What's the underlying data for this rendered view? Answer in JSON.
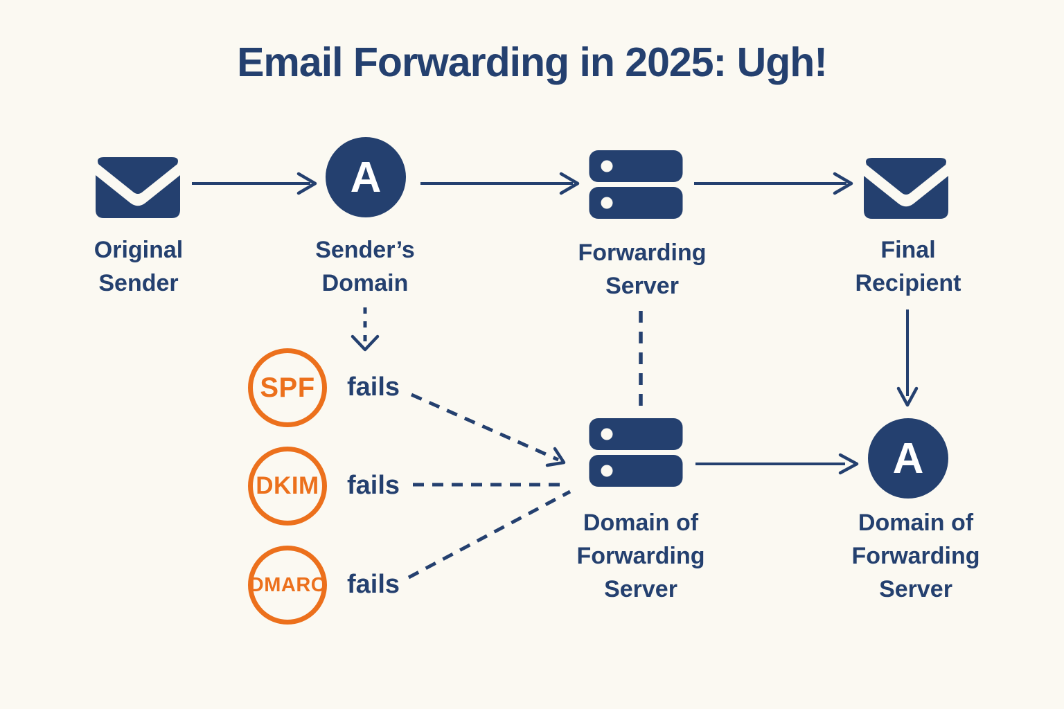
{
  "colors": {
    "navy": "#24406f",
    "orange": "#ec701c",
    "bg": "#fbf9f2",
    "white": "#ffffff"
  },
  "title": "Email Forwarding in 2025: Ugh!",
  "nodes": {
    "original_sender": {
      "icon": "envelope-icon",
      "label": [
        "Original",
        "Sender"
      ]
    },
    "senders_domain": {
      "icon": "domain-a-badge",
      "monogram": "A",
      "label": [
        "Sender’s",
        "Domain"
      ]
    },
    "forwarding_server": {
      "icon": "server-stack-icon",
      "label": [
        "Forwarding",
        "Server"
      ]
    },
    "final_recipient": {
      "icon": "envelope-icon",
      "label": [
        "Final",
        "Recipient"
      ]
    },
    "domain_of_forwarding_server": {
      "icon": "server-stack-icon",
      "label": [
        "Domain of",
        "Forwarding",
        "Server"
      ]
    },
    "forwarding_domain_authority": {
      "icon": "domain-a-badge",
      "monogram": "A",
      "label": [
        "Domain of",
        "Forwarding",
        "Server"
      ]
    }
  },
  "auth_checks": [
    {
      "name": "SPF",
      "result": "fails"
    },
    {
      "name": "DKIM",
      "result": "fails"
    },
    {
      "name": "DMARC",
      "result": "fails"
    }
  ],
  "edges": [
    {
      "from": "original_sender",
      "to": "senders_domain",
      "style": "solid-arrow"
    },
    {
      "from": "senders_domain",
      "to": "forwarding_server",
      "style": "solid-arrow"
    },
    {
      "from": "forwarding_server",
      "to": "final_recipient",
      "style": "solid-arrow"
    },
    {
      "from": "senders_domain",
      "to": "auth_checks",
      "style": "dashed-arrow-down"
    },
    {
      "from": "spf_fails",
      "to": "domain_of_forwarding_server",
      "style": "dashed-arrow"
    },
    {
      "from": "dkim_fails",
      "to": "domain_of_forwarding_server",
      "style": "dashed-line"
    },
    {
      "from": "dmarc_fails",
      "to": "domain_of_forwarding_server",
      "style": "dashed-line"
    },
    {
      "from": "forwarding_server",
      "to": "domain_of_forwarding_server",
      "style": "dashed-line-down"
    },
    {
      "from": "domain_of_forwarding_server",
      "to": "forwarding_domain_authority",
      "style": "solid-arrow"
    },
    {
      "from": "final_recipient",
      "to": "forwarding_domain_authority",
      "style": "solid-arrow-down"
    }
  ]
}
